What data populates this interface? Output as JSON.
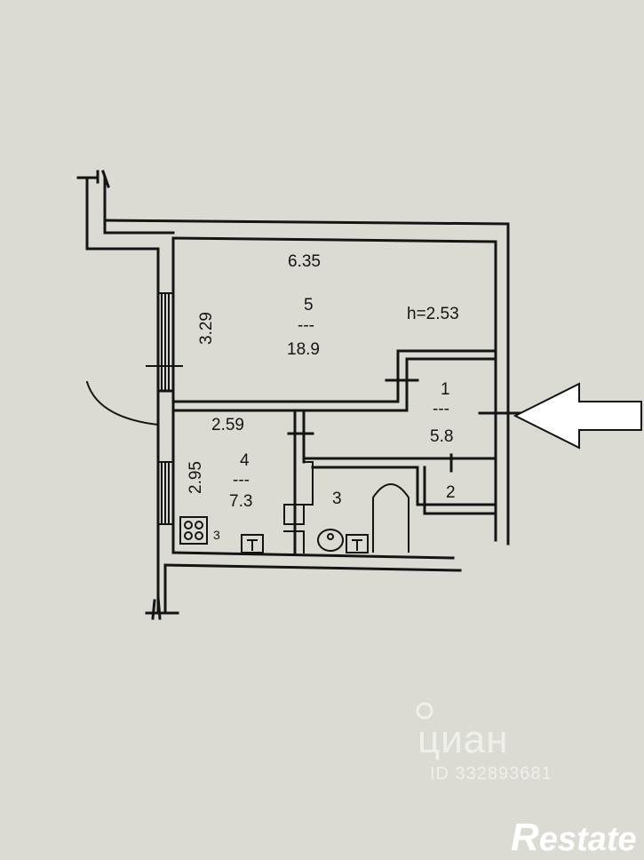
{
  "plan": {
    "ceiling_height": "h=2.53",
    "rooms": [
      {
        "number": "5",
        "divider": "---",
        "area": "18.9",
        "width": "6.35",
        "depth": "3.29"
      },
      {
        "number": "4",
        "divider": "---",
        "area": "7.3",
        "width": "2.59",
        "depth": "2.95"
      },
      {
        "number": "1",
        "divider": "---",
        "area": "5.8"
      },
      {
        "number": "3"
      },
      {
        "number": "2"
      }
    ],
    "stove_mark": "3"
  },
  "watermarks": {
    "cian": "циан",
    "listing_id": "ID 332893681",
    "restate": "estate",
    "restate_initial": "R"
  },
  "colors": {
    "paper": "#dcdbd3",
    "ink": "#141414",
    "arrow_fill": "#ffffff"
  },
  "icons": [
    "entrance-arrow-icon",
    "stove-icon",
    "bathtub-icon",
    "toilet-icon",
    "sink-icon",
    "location-pin-icon"
  ]
}
